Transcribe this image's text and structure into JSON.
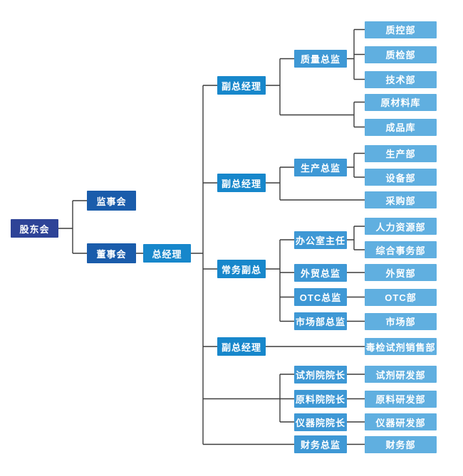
{
  "org_chart": {
    "governance": {
      "shareholders": "股东会",
      "supervisory_board": "监事会",
      "board_of_directors": "董事会",
      "general_manager": "总经理"
    },
    "executives": [
      "副总经理",
      "副总经理",
      "常务副总",
      "副总经理"
    ],
    "directors": [
      "质量总监",
      "生产总监",
      "办公室主任",
      "外贸总监",
      "OTC总监",
      "市场部总监",
      "试剂院院长",
      "原料院院长",
      "仪器院院长",
      "财务总监"
    ],
    "departments": [
      "质控部",
      "质检部",
      "技术部",
      "原材料库",
      "成品库",
      "生产部",
      "设备部",
      "采购部",
      "人力资源部",
      "综合事务部",
      "外贸部",
      "OTC部",
      "市场部",
      "毒检试剂销售部",
      "试剂研发部",
      "原料研发部",
      "仪器研发部",
      "财务部"
    ],
    "colors": {
      "shareholders_box": "#2E4397",
      "board_box": "#1A5CAB",
      "executive_box": "#1787CB",
      "director_box": "#3E98D5",
      "department_box": "#60AFE0",
      "connector_line": "#3C3C3C",
      "text": "#FFFFFF"
    }
  }
}
